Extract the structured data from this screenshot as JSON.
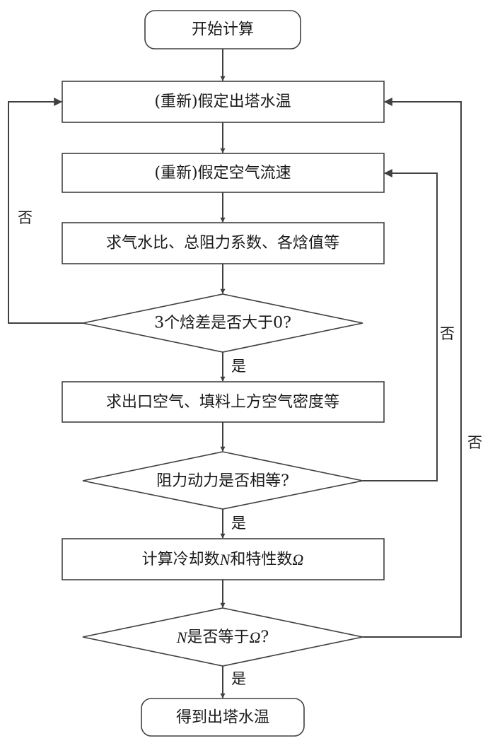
{
  "nodes": {
    "start": "开始计算",
    "assume_outlet_temp": "(重新)假定出塔水温",
    "assume_air_velocity": "(重新)假定空气流速",
    "compute_ratios": "求气水比、总阻力系数、各焓值等",
    "enthalpy_check": "3个焓差是否大于0?",
    "compute_density": "求出口空气、填料上方空气密度等",
    "resistance_check_pre": "阻力动力是否相等?",
    "cooling_number_pre": "计算冷却数",
    "cooling_number_var_n": "N",
    "cooling_number_mid": "和特性数",
    "cooling_number_var_omega": "Ω",
    "final_check_var_n": "N",
    "final_check_mid": "是否等于",
    "final_check_var_omega": "Ω",
    "final_check_post": "?",
    "end": "得到出塔水温"
  },
  "edges": {
    "yes": "是",
    "no": "否"
  },
  "colors": {
    "stroke": "#404040",
    "text": "#1a1a1a"
  }
}
